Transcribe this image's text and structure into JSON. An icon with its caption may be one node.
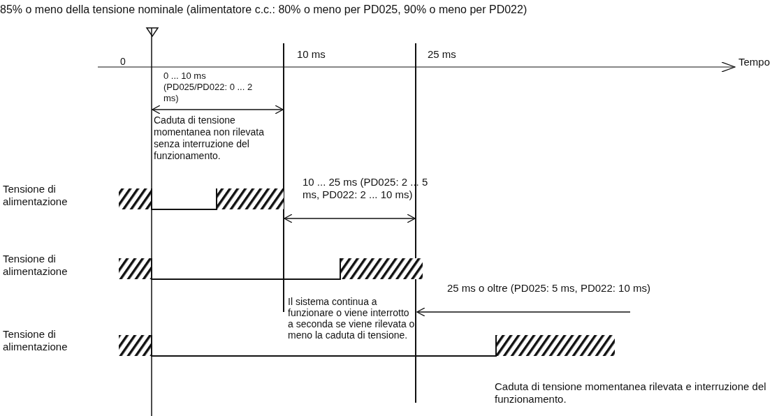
{
  "diagram": {
    "labels": [
      "85% o meno della tensione nominale (alimentatore c.c.: 80% o meno per PD025, 90% o meno per PD022)",
      "10 ms",
      "25 ms",
      "Tempo",
      "0",
      "0 ... 10 ms (PD025/PD022: 0 ... 2 ms)",
      "Caduta di tensione momentanea non rilevata senza interruzione del funzionamento.",
      "Tensione di alimentazione",
      "10 ... 25 ms (PD025: 2 ... 5 ms, PD022: 2 ... 10 ms)",
      "Tensione di alimentazione",
      "Il sistema continua a funzionare o viene interrotto a seconda se viene rilevata o meno la caduta di tensione.",
      "25 ms o oltre (PD025: 5 ms, PD022: 10 ms)",
      "Tensione di alimentazione",
      "Caduta di tensione momentanea rilevata e interruzione del funzionamento."
    ]
  }
}
